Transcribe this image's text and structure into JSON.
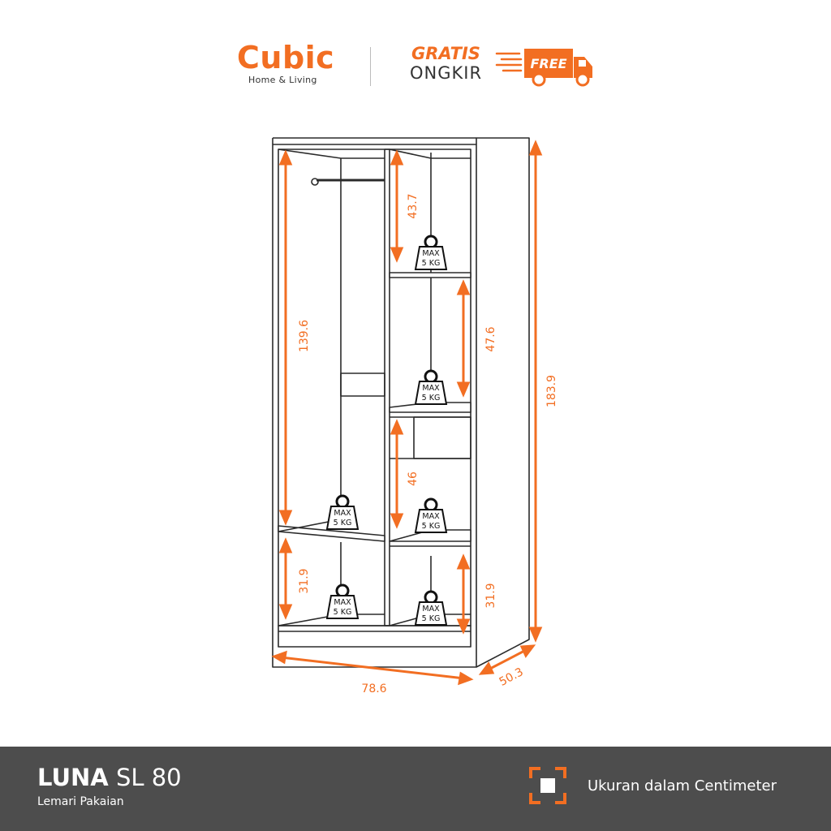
{
  "header": {
    "brand": "Cubic",
    "brand_tagline": "Home & Living",
    "promo_line1": "GRATIS",
    "promo_line2": "ONGKIR",
    "truck_label": "FREE"
  },
  "diagram": {
    "dimensions": {
      "overall_height": "183.9",
      "overall_width": "78.6",
      "depth": "50.3",
      "hanging_compartment": "139.6",
      "left_bottom_shelf": "31.9",
      "right_top_shelf": "43.7",
      "right_second_shelf": "47.6",
      "right_third_shelf": "46",
      "right_bottom_shelf": "31.9"
    },
    "weight_limit_line1": "MAX",
    "weight_limit_line2": "5 KG",
    "accent_color": "#f26e22"
  },
  "footer": {
    "product_name_bold": "LUNA",
    "product_name_rest": "SL 80",
    "product_type": "Lemari Pakaian",
    "unit_note": "Ukuran dalam Centimeter",
    "background": "#4d4d4d"
  }
}
